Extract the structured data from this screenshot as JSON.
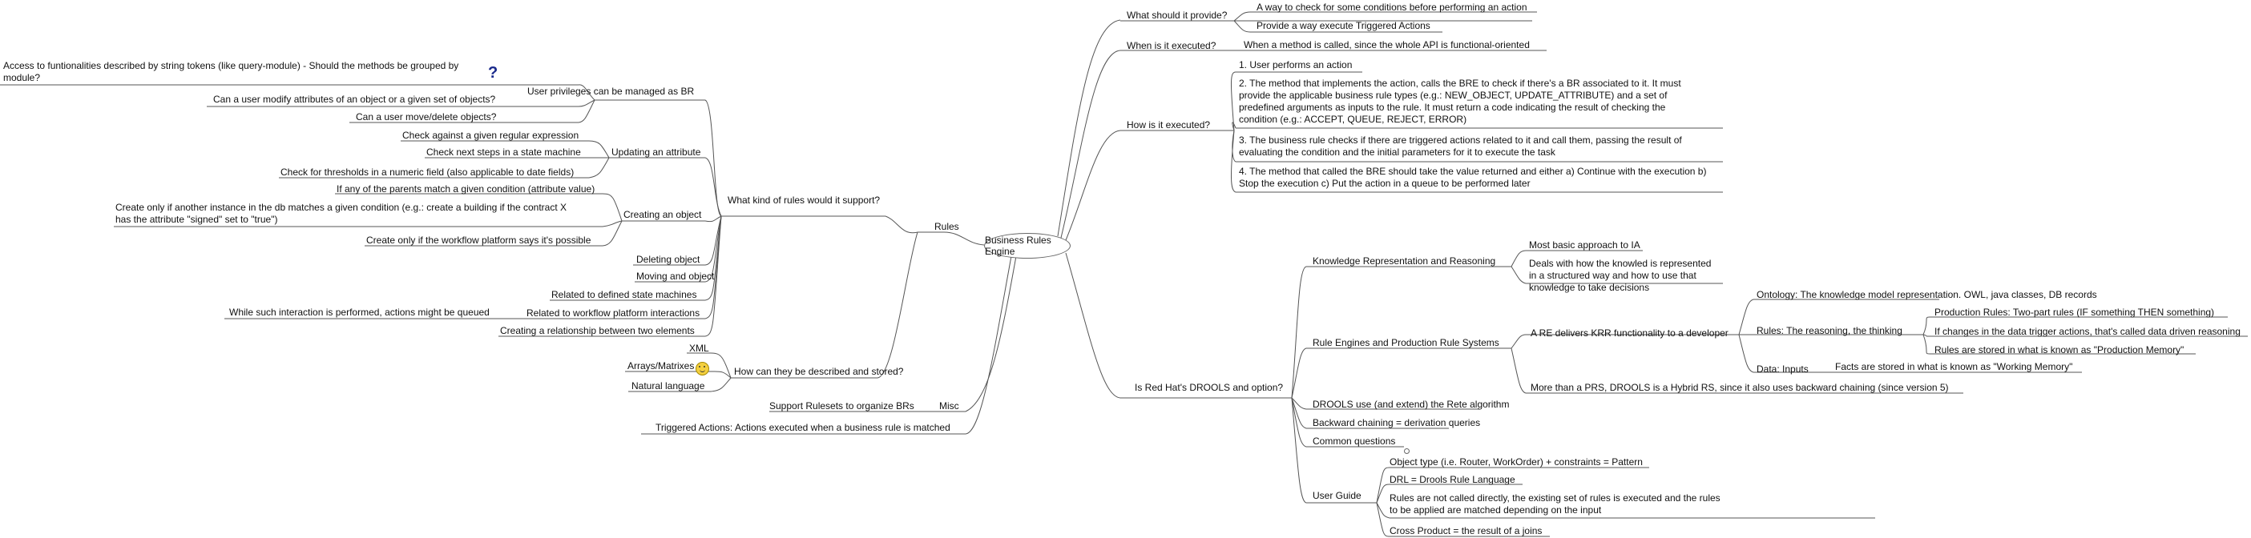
{
  "root": "Business Rules Engine",
  "right": {
    "what_provide": "What should it provide?",
    "wp_items": [
      "A way to check for some conditions before performing an action",
      "Provide a way execute Triggered Actions"
    ],
    "when_executed": "When is it executed?",
    "when_item": "When a method is called, since the whole API is functional-oriented",
    "how_executed": "How is it executed?",
    "how_items": [
      "1. User performs an action",
      "2. The method that implements the action, calls the BRE to check if there's a BR associated to it. It must provide the applicable business rule types (e.g.: NEW_OBJECT, UPDATE_ATTRIBUTE) and a set of predefined arguments as inputs to the rule. It must return a code indicating the result of checking the condition (e.g.: ACCEPT, QUEUE, REJECT, ERROR)",
      "3. The business rule checks if there are triggered actions related to it and call them, passing the result of evaluating the condition and the initial parameters for it to execute the task",
      "4. The method that called the BRE should take the value returned and either a) Continue with the execution b) Stop the execution c) Put the action in a queue to be performed later"
    ],
    "drools": "Is Red Hat's DROOLS and option?",
    "krr": "Knowledge Representation and Reasoning",
    "krr_items": [
      "Most basic approach to IA",
      "Deals with how the knowled is represented in a structured way and how to use that knowledge to take decisions"
    ],
    "rule_engines": "Rule Engines and Production Rule Systems",
    "are_delivers": "A RE delivers KRR functionality to a developer",
    "ontology": "Ontology: The knowledge model representation. OWL, java classes, DB records",
    "rules_reasoning": "Rules: The reasoning, the thinking",
    "production_rules": "Production Rules: Two-part rules (IF something THEN something)",
    "data_triggers": "If changes in the data trigger actions, that's called data driven reasoning",
    "prod_memory": "Rules are stored in what is known as \"Production Memory\"",
    "data_inputs": "Data: Inputs",
    "working_memory": "Facts are stored in what is known as \"Working Memory\"",
    "hybrid": "More than a PRS, DROOLS is a Hybrid RS, since it also uses backward chaining (since version 5)",
    "rete": "DROOLS use (and extend) the Rete algorithm",
    "backward": "Backward chaining = derivation queries",
    "common_questions": "Common questions",
    "user_guide": "User Guide",
    "ug_items": [
      "Object type (i.e. Router, WorkOrder) + constraints = Pattern",
      "DRL = Drools Rule Language",
      "Rules are not called directly, the existing set of rules is executed and the rules to be applied are matched depending on the input",
      "Cross Product = the result of a joins"
    ]
  },
  "left": {
    "rules": "Rules",
    "what_kind": "What kind of rules would it support?",
    "privileges": "User privileges can be managed as  BR",
    "priv_items": [
      "Access to funtionalities described by string tokens (like query-module) - Should the methods be grouped by module?",
      "Can a user modify attributes of an object or a given set of objects?",
      "Can a user move/delete objects?"
    ],
    "updating": "Updating an attribute",
    "upd_items": [
      "Check against a given regular expression",
      "Check next steps in a state machine",
      "Check for thresholds in a numeric field (also applicable to date fields)"
    ],
    "creating": "Creating an object",
    "cre_items": [
      "If any of the parents match a given condition (attribute value)",
      "Create only if another instance in the db matches a given condition (e.g.: create a building if the contract X has the attribute \"signed\" set to \"true\")",
      "Create only if the workflow platform says it's possible"
    ],
    "deleting": "Deleting object",
    "moving": "Moving and object",
    "state_machines": "Related to defined state machines",
    "workflow": "Related to workflow platform interactions",
    "queued": "While such interaction is performed, actions might be queued",
    "relationship": "Creating a relationship between two elements",
    "described": "How can they be described and stored?",
    "desc_items": [
      "XML",
      "Arrays/Matrixes",
      "Natural language"
    ],
    "misc": "Misc",
    "misc_items": [
      "Support Rulesets to organize BRs",
      "Triggered Actions: Actions executed when a business rule is matched"
    ]
  }
}
